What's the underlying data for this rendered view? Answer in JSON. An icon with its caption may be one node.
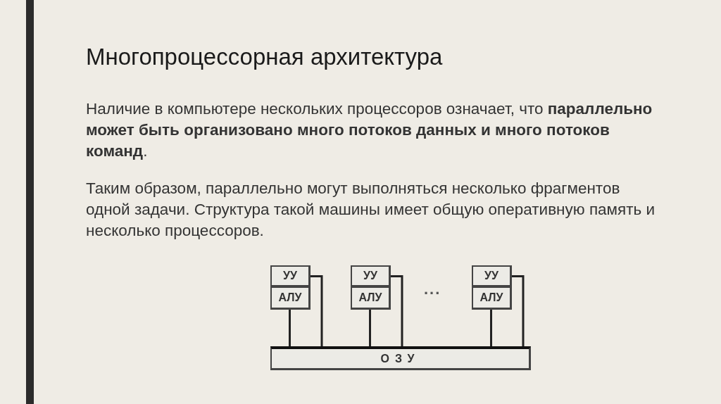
{
  "diagram": {
    "title": "Многопроцессорная архитектура",
    "nodes": [
      {
        "text": [
          "УУ"
        ]
      },
      {
        "text": [
          "АЛУ"
        ]
      },
      {
        "text": [
          "УУ"
        ]
      },
      {
        "text": [
          "АЛУ"
        ]
      },
      {
        "text": [
          "УУ"
        ]
      },
      {
        "text": [
          "АЛУ"
        ]
      },
      {
        "text": [
          "ОЗУ"
        ]
      }
    ],
    "edges": [
      {
        "from": 1,
        "to": 6,
        "arrow": "none"
      },
      {
        "from": 0,
        "to": 6,
        "arrow": "none"
      },
      {
        "from": 3,
        "to": 6,
        "arrow": "none"
      },
      {
        "from": 2,
        "to": 6,
        "arrow": "none"
      },
      {
        "from": 5,
        "to": 6,
        "arrow": "none"
      },
      {
        "from": 4,
        "to": 6,
        "arrow": "none"
      }
    ],
    "labels": [
      "Наличие в компьютере нескольких процессоров означает, что **параллельно может быть организовано много потоков данных и много потоков команд**.",
      "Таким образом, параллельно могут выполняться несколько фрагментов одной задачи. Структура такой машины имеет общую оперативную память и несколько процессоров.",
      "..."
    ]
  }
}
